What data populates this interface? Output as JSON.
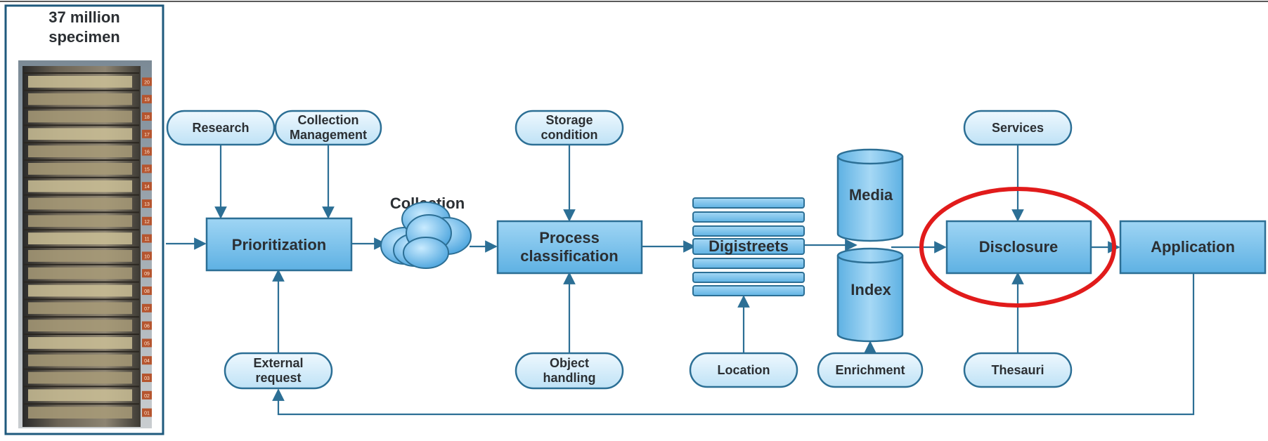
{
  "tower": {
    "title_line1": "37 million",
    "title_line2": "specimen",
    "floor_numbers": [
      "20",
      "19",
      "18",
      "17",
      "16",
      "15",
      "14",
      "13",
      "12",
      "11",
      "10",
      "09",
      "08",
      "07",
      "06",
      "05",
      "04",
      "03",
      "02",
      "01"
    ]
  },
  "nodes": {
    "research": "Research",
    "collection_management_1": "Collection",
    "collection_management_2": "Management",
    "prioritization": "Prioritization",
    "collection": "Collection",
    "storage_condition_1": "Storage",
    "storage_condition_2": "condition",
    "process_classification_1": "Process",
    "process_classification_2": "classification",
    "digistreets": "Digistreets",
    "media": "Media",
    "index": "Index",
    "services": "Services",
    "disclosure": "Disclosure",
    "application": "Application",
    "external_request_1": "External",
    "external_request_2": "request",
    "object_handling_1": "Object",
    "object_handling_2": "handling",
    "location": "Location",
    "enrichment": "Enrichment",
    "thesauri": "Thesauri"
  },
  "colors": {
    "stroke": "#2c6f95",
    "box_fill": "#7ec3ec",
    "pill_fill": "#d4ecfa",
    "highlight_circle": "#e11b1b",
    "tower_frame": "#1f5a7d"
  }
}
